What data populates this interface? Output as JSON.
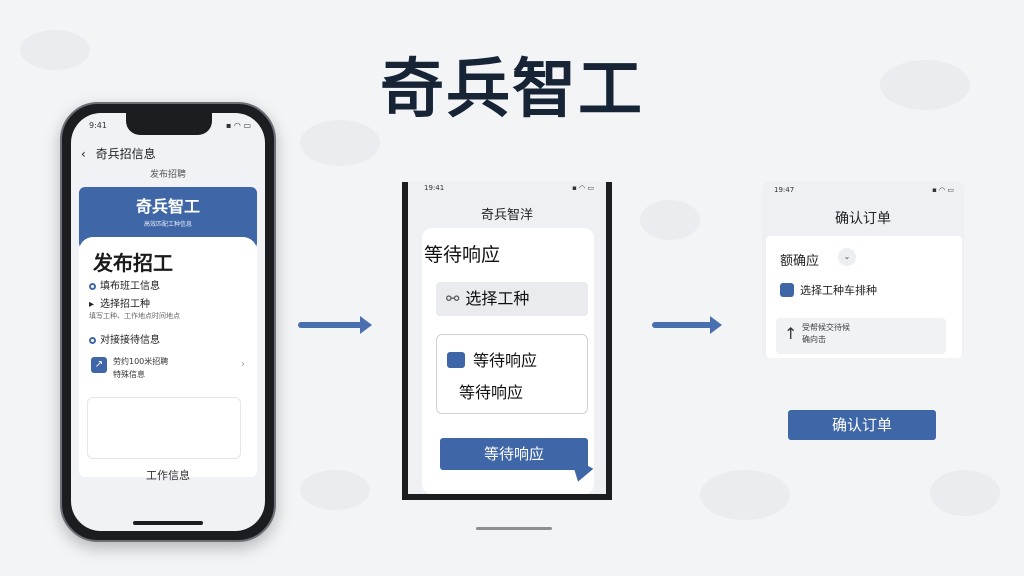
{
  "title": "奇兵智工",
  "phone1": {
    "time": "9:41",
    "nav_title": "奇兵招信息",
    "subtitle": "发布招聘",
    "card_title": "奇兵智工",
    "card_sub": "高效匹配工种信息",
    "heading": "发布招工",
    "items": [
      "填布班工信息",
      "选择招工种",
      "对接接待信息"
    ],
    "small_text": "填写工种、工作地点时间地点",
    "entry_text": "劳约100米招聘\n特殊信息",
    "footer": "工作信息"
  },
  "phone2": {
    "time": "19:41",
    "title": "奇兵智洋",
    "heading": "等待响应",
    "select_label": "选择工种",
    "option_line1": "等待响应",
    "option_line2": "等待响应",
    "button": "等待响应"
  },
  "phone3": {
    "time": "19:47",
    "title": "确认订单",
    "heading": "额确应",
    "row": "选择工种车排种",
    "box_text": "受帮候交待候\n确向击",
    "button": "确认订单"
  }
}
